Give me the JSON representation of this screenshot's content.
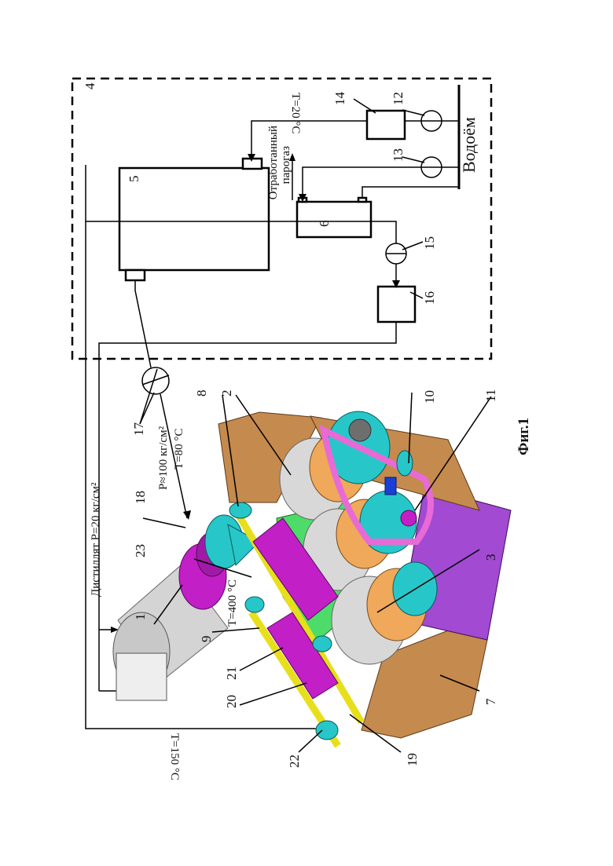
{
  "figure": {
    "caption": "Фиг.1",
    "callouts": [
      "1",
      "2",
      "3",
      "4",
      "5",
      "6",
      "7",
      "8",
      "9",
      "10",
      "11",
      "12",
      "13",
      "14",
      "15",
      "16",
      "17",
      "18",
      "19",
      "20",
      "21",
      "22",
      "23"
    ]
  },
  "annotations": {
    "distillate": "Дистиллят P=20 кг/см²",
    "steam_pressure": "P≈100 кг/см²",
    "steam_temp": "T=80 °C",
    "temp_400": "T=400 °C",
    "temp_150": "T=150 °C",
    "temp_20": "T=20 °C",
    "exhaust_line1": "Отработанный",
    "exhaust_line2": "парогаз",
    "reservoir": "Водоём"
  },
  "colors": {
    "frame": "#c58a4e",
    "magenta": "#c21fc7",
    "cylinder": "#d8d8d8",
    "cyan": "#27c7c9",
    "pink": "#e86ad6",
    "purple": "#a24ad2",
    "green": "#4ddc6a",
    "yellow": "#e7df1c",
    "orange": "#f0a85a"
  }
}
